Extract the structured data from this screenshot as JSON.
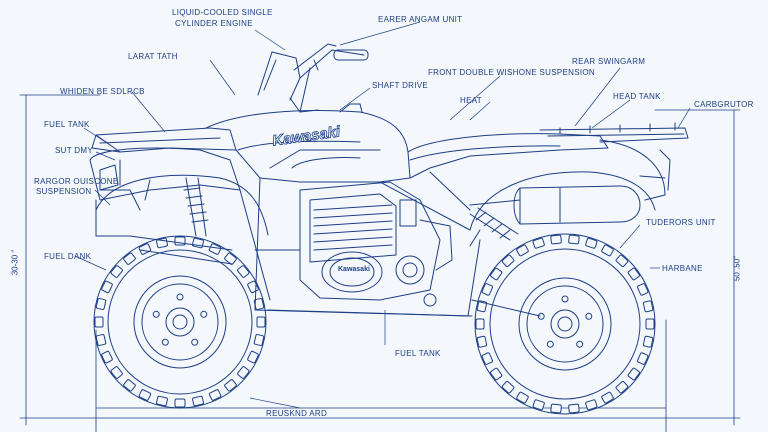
{
  "diagram": {
    "labels": {
      "liquid_cooled": "LIQUID-COOLED SINGLE",
      "cylinder_engine": "CYLINDER ENGINE",
      "earer_angam": "EARER ANGAM UNIT",
      "larat_tath": "LARAT TATH",
      "whiden_be_sdlrcb": "WHIDEN BE SDLRCB",
      "shaft_drive": "SHAFT DRIVE",
      "front_suspension": "FRONT DOUBLE WISHONE SUSPENSION",
      "rear_swingarm": "REAR SWINGARM",
      "heat": "HEAT",
      "head_tank": "HEAD TANK",
      "carbgrutor": "CARBGRUTOR",
      "fuel_tank_1": "FUEL TANK",
      "sut_dmy": "SUT DMY",
      "rargor_1": "RARGOR OUISCONE",
      "rargor_2": "SUSPENSION",
      "tuderors_unit": "TUDERORS UNIT",
      "fuel_dank": "FUEL DANK",
      "harbane": "HARBANE",
      "fuel_tank_2": "FUEL TANK",
      "reusknd_ard": "REUSKND ARD"
    },
    "brand_decal": "Kawasaki",
    "engine_decal": "Kawasaki",
    "dim_left": "30-30 \"",
    "dim_right": "50 .50\""
  },
  "colors": {
    "line": "#1c3f86",
    "background": "#f4f7fb"
  }
}
